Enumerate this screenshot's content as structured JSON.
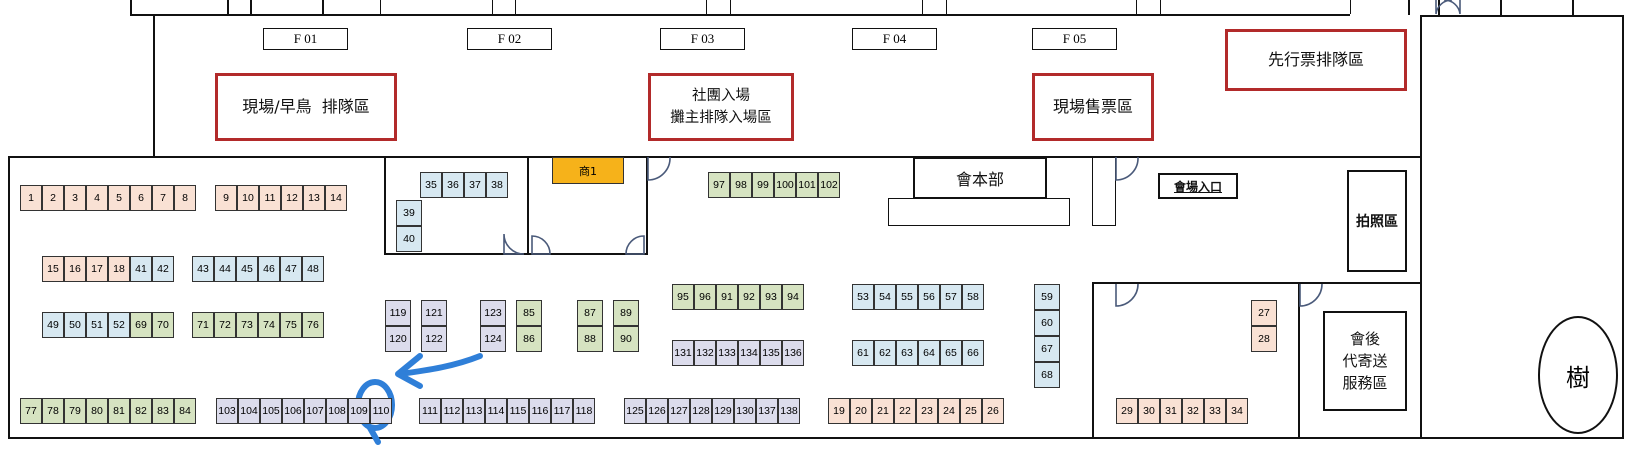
{
  "fan_entrances": [
    "F 01",
    "F 02",
    "F 03",
    "F 04",
    "F 05"
  ],
  "queue_zones": {
    "onsite_early": "現場/早鳥  排隊區",
    "club_line1": "社團入場",
    "club_line2": "攤主排隊入場區",
    "ticket_sales": "現場售票區",
    "presale": "先行票排隊區"
  },
  "rooms": {
    "hq": "會本部",
    "entrance": "會場入口",
    "photo": "拍照區",
    "shipping_line1": "會後",
    "shipping_line2": "代寄送",
    "shipping_line3": "服務區",
    "tree": "樹",
    "shop": "商1"
  },
  "booth_colors": {
    "peach": "#f9e1d4",
    "blue": "#d7e8f1",
    "green": "#d6e3c1",
    "lavender": "#dcdcec",
    "shop": "#f6b21a",
    "queue_border": "#b22a2a",
    "marker": "#2f7fd8"
  },
  "booths": {
    "row_1_8": [
      "1",
      "2",
      "3",
      "4",
      "5",
      "6",
      "7",
      "8"
    ],
    "row_9_14": [
      "9",
      "10",
      "11",
      "12",
      "13",
      "14"
    ],
    "row_15_42": [
      "15",
      "16",
      "17",
      "18",
      "41",
      "42"
    ],
    "row_43_48": [
      "43",
      "44",
      "45",
      "46",
      "47",
      "48"
    ],
    "row_49_70": [
      "49",
      "50",
      "51",
      "52",
      "69",
      "70"
    ],
    "row_71_76": [
      "71",
      "72",
      "73",
      "74",
      "75",
      "76"
    ],
    "row_77_84": [
      "77",
      "78",
      "79",
      "80",
      "81",
      "82",
      "83",
      "84"
    ],
    "row_103_110": [
      "103",
      "104",
      "105",
      "106",
      "107",
      "108",
      "109",
      "110"
    ],
    "row_111_118": [
      "111",
      "112",
      "113",
      "114",
      "115",
      "116",
      "117",
      "118"
    ],
    "row_125_138": [
      "125",
      "126",
      "127",
      "128",
      "129",
      "130",
      "137",
      "138"
    ],
    "row_19_26": [
      "19",
      "20",
      "21",
      "22",
      "23",
      "24",
      "25",
      "26"
    ],
    "row_29_34": [
      "29",
      "30",
      "31",
      "32",
      "33",
      "34"
    ],
    "row_35_38": [
      "35",
      "36",
      "37",
      "38"
    ],
    "col_39_40": [
      "39",
      "40"
    ],
    "row_97_102": [
      "97",
      "98",
      "99",
      "100",
      "101",
      "102"
    ],
    "row_95_94": [
      "95",
      "96",
      "91",
      "92",
      "93",
      "94"
    ],
    "row_131_136": [
      "131",
      "132",
      "133",
      "134",
      "135",
      "136"
    ],
    "row_53_58": [
      "53",
      "54",
      "55",
      "56",
      "57",
      "58"
    ],
    "row_61_66": [
      "61",
      "62",
      "63",
      "64",
      "65",
      "66"
    ],
    "col_59_68": [
      "59",
      "60",
      "67",
      "68"
    ],
    "col_119_120": [
      "119",
      "120"
    ],
    "col_121_122": [
      "121",
      "122"
    ],
    "col_123_124": [
      "123",
      "124"
    ],
    "col_85_86": [
      "85",
      "86"
    ],
    "col_87_88": [
      "87",
      "88"
    ],
    "col_89_90": [
      "89",
      "90"
    ],
    "col_27_28": [
      "27",
      "28"
    ]
  },
  "highlighted_booth": "109"
}
